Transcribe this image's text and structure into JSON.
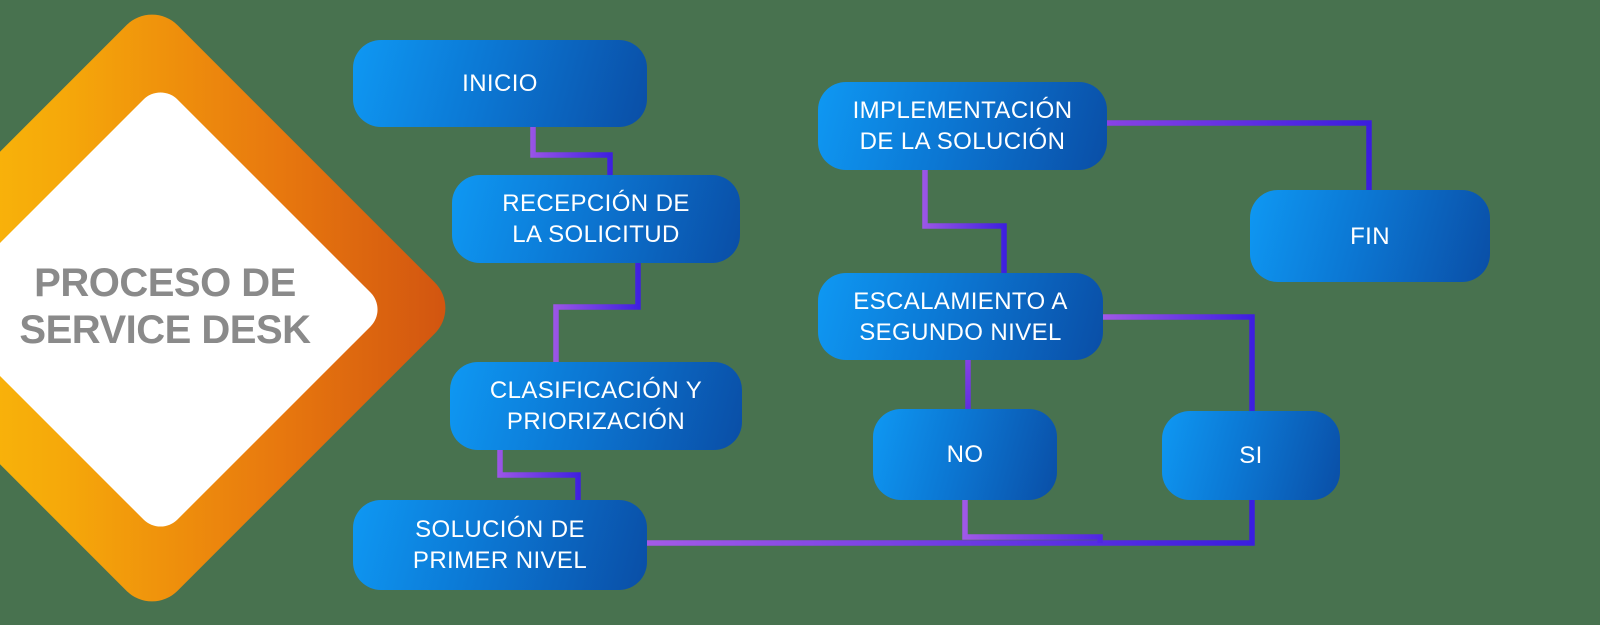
{
  "title": {
    "line1": "PROCESO DE",
    "line2": "SERVICE DESK"
  },
  "nodes": {
    "inicio": {
      "line1": "INICIO"
    },
    "recepcion": {
      "line1": "RECEPCIÓN DE",
      "line2": "LA SOLICITUD"
    },
    "clasificacion": {
      "line1": "CLASIFICACIÓN Y",
      "line2": "PRIORIZACIÓN"
    },
    "solucion": {
      "line1": "SOLUCIÓN DE",
      "line2": "PRIMER NIVEL"
    },
    "implementacion": {
      "line1": "IMPLEMENTACIÓN",
      "line2": "DE LA SOLUCIÓN"
    },
    "escalamiento": {
      "line1": "ESCALAMIENTO A",
      "line2": "SEGUNDO NIVEL"
    },
    "no": {
      "line1": "NO"
    },
    "si": {
      "line1": "SI"
    },
    "fin": {
      "line1": "FIN"
    }
  },
  "edges": [
    {
      "from": "INICIO",
      "to": "RECEPCIÓN DE LA SOLICITUD"
    },
    {
      "from": "RECEPCIÓN DE LA SOLICITUD",
      "to": "CLASIFICACIÓN Y PRIORIZACIÓN"
    },
    {
      "from": "CLASIFICACIÓN Y PRIORIZACIÓN",
      "to": "SOLUCIÓN DE PRIMER NIVEL"
    },
    {
      "from": "SOLUCIÓN DE PRIMER NIVEL",
      "to": "NO"
    },
    {
      "from": "SOLUCIÓN DE PRIMER NIVEL",
      "to": "SI"
    },
    {
      "from": "ESCALAMIENTO A SEGUNDO NIVEL",
      "to": "NO"
    },
    {
      "from": "ESCALAMIENTO A SEGUNDO NIVEL",
      "to": "SI"
    },
    {
      "from": "IMPLEMENTACIÓN DE LA SOLUCIÓN",
      "to": "ESCALAMIENTO A SEGUNDO NIVEL"
    },
    {
      "from": "IMPLEMENTACIÓN DE LA SOLUCIÓN",
      "to": "FIN"
    }
  ],
  "colors": {
    "background": "#48724F",
    "node_gradient_start": "#0E98F3",
    "node_gradient_end": "#0A4EA6",
    "node_text": "#FFFFFF",
    "connector_violet": "#A55BE8",
    "connector_blue": "#391CDF",
    "diamond_yellow": "#FCC608",
    "diamond_dark_orange": "#D05210",
    "inner_diamond": "#FFFFFF",
    "title_text": "#8A8A8A"
  }
}
